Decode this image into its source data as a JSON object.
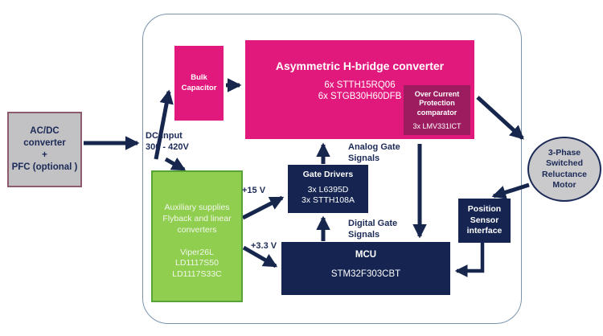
{
  "colors": {
    "navy": "#152450",
    "pink": "#e2197d",
    "dark_pink": "#9c1c5f",
    "green": "#90ce4f",
    "green_border": "#57a337",
    "gray_block": "#c2c2c5",
    "gray_block_border": "#8e5a6e",
    "board_border": "#7a93ad",
    "motor_fill": "#cacacc",
    "arrow": "#16264d",
    "label_text": "#1b2a56"
  },
  "blocks": {
    "acdc": {
      "lines": [
        "AC/DC",
        "converter",
        "+",
        "PFC (optional )"
      ]
    },
    "bulk_capacitor": {
      "lines": [
        "Bulk",
        "Capacitor"
      ]
    },
    "hbridge": {
      "title": "Asymmetric H-bridge converter",
      "parts": [
        "6x STTH15RQ06",
        "6x STGB30H60DFB"
      ]
    },
    "ocp": {
      "title": "Over Current Protection comparator",
      "part": "3x LMV331ICT"
    },
    "aux": {
      "lines": [
        "Auxiliary supplies",
        "Flyback and linear",
        "converters"
      ],
      "parts": [
        "Viper26L",
        "LD1117S50",
        "LD1117S33C"
      ]
    },
    "gate_drivers": {
      "title": "Gate Drivers",
      "parts": [
        "3x L6395D",
        "3x STTH108A"
      ]
    },
    "mcu": {
      "title": "MCU",
      "part": "STM32F303CBT"
    },
    "psi": {
      "lines": [
        "Position",
        "Sensor",
        "interface"
      ]
    },
    "motor": {
      "lines": [
        "3-Phase",
        "Switched",
        "Reluctance",
        "Motor"
      ]
    }
  },
  "labels": {
    "dc_input": {
      "line1": "DC Input",
      "line2": "300 - 420V"
    },
    "v15": "+15 V",
    "v33": "+3.3 V",
    "analog": {
      "line1": "Analog Gate",
      "line2": "Signals"
    },
    "digital": {
      "line1": "Digital Gate",
      "line2": "Signals"
    }
  }
}
